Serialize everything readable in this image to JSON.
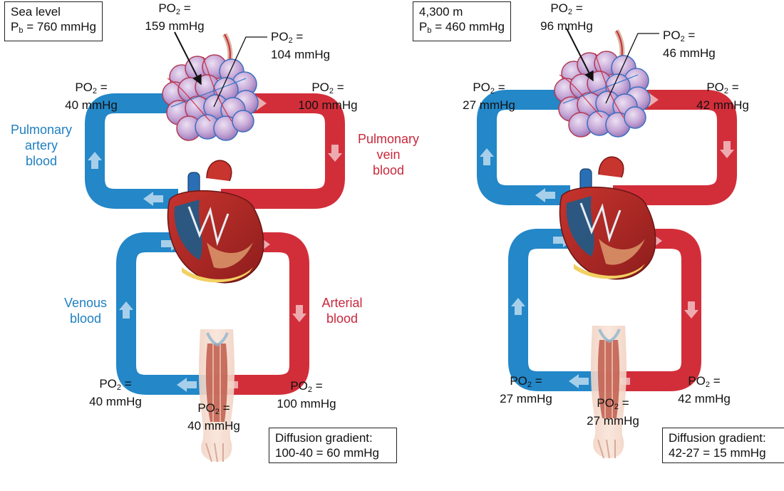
{
  "colors": {
    "venous": "#2387c8",
    "arterial": "#d22e3a",
    "venous_label": "#1f7fc0",
    "arterial_label": "#c8283c"
  },
  "po2_prefix": "PO",
  "po2_sub": "2",
  "equals": "=",
  "left": {
    "condition": "Sea level",
    "pb_prefix": "P",
    "pb_sub": "b",
    "pb_value": "= 760 mmHg",
    "alveolar_inspired": "159 mmHg",
    "alveolar": "104 mmHg",
    "pulmonary_artery": "40 mmHg",
    "pulmonary_vein": "100 mmHg",
    "venous_return": "40 mmHg",
    "arterial_tissue": "100 mmHg",
    "tissue": "40 mmHg",
    "gradient_title": "Diffusion gradient:",
    "gradient_value": "100-40 = 60 mmHg"
  },
  "right": {
    "condition": "4,300 m",
    "pb_prefix": "P",
    "pb_sub": "b",
    "pb_value": "= 460 mmHg",
    "alveolar_inspired": "96 mmHg",
    "alveolar": "46 mmHg",
    "pulmonary_artery": "27 mmHg",
    "pulmonary_vein": "42 mmHg",
    "venous_return": "27 mmHg",
    "arterial_tissue": "42 mmHg",
    "tissue": "27 mmHg",
    "gradient_title": "Diffusion gradient:",
    "gradient_value": "42-27 = 15 mmHg"
  },
  "vessel_labels": {
    "pulmonary_artery": [
      "Pulmonary",
      "artery",
      "blood"
    ],
    "pulmonary_vein": [
      "Pulmonary",
      "vein",
      "blood"
    ],
    "venous": [
      "Venous",
      "blood"
    ],
    "arterial": [
      "Arterial",
      "blood"
    ]
  }
}
